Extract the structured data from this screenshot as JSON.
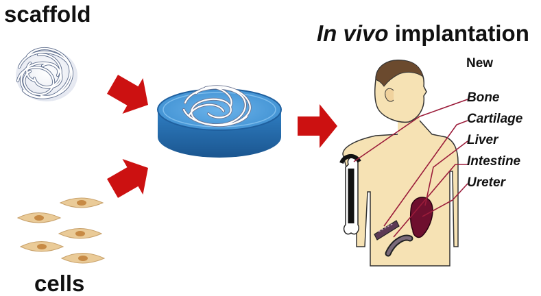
{
  "labels": {
    "scaffold": "scaffold",
    "cells": "cells",
    "title_italic": "In vivo",
    "title_rest": " implantation",
    "new": "New"
  },
  "organs": [
    "Bone",
    "Cartilage",
    "Liver",
    "Intestine",
    "Ureter"
  ],
  "colors": {
    "arrow": "#cc1111",
    "dish_fill": "#3d8fd1",
    "dish_dark": "#1f5f9e",
    "skin": "#f6e2b4",
    "hair": "#6b4a2e",
    "leader_line": "#9b1c3a",
    "cell_body": "#eacb98",
    "cell_nucleus": "#c78a45",
    "scaffold_fiber": "#ffffff",
    "scaffold_outline": "#5a6a8a"
  }
}
